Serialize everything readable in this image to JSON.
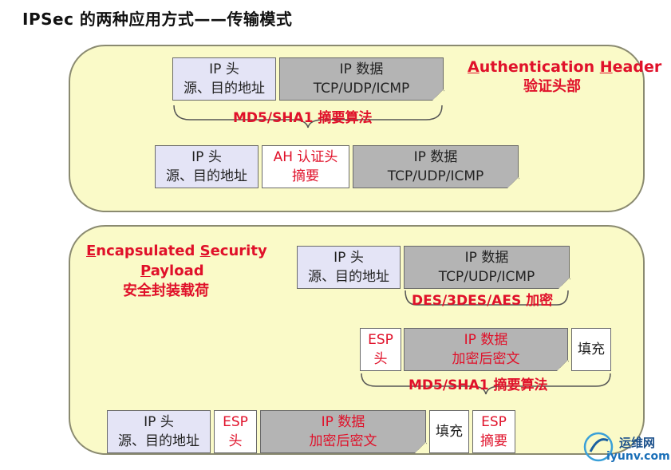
{
  "title": "IPSec 的两种应用方式——传输模式",
  "ah_panel": {
    "label_en_parts": [
      "A",
      "uthentication ",
      "H",
      "eader"
    ],
    "label_cn": "验证头部",
    "row1": {
      "ip_header": [
        "IP 头",
        "源、目的地址"
      ],
      "ip_data": [
        "IP 数据",
        "TCP/UDP/ICMP"
      ]
    },
    "brace_label": "MD5/SHA1 摘要算法",
    "row2": {
      "ip_header": [
        "IP 头",
        "源、目的地址"
      ],
      "ah": [
        "AH 认证头",
        "摘要"
      ],
      "ip_data": [
        "IP 数据",
        "TCP/UDP/ICMP"
      ]
    }
  },
  "esp_panel": {
    "label_en_line1": [
      "E",
      "ncapsulated ",
      "S",
      "ecurity"
    ],
    "label_en_line2": [
      "P",
      "ayload"
    ],
    "label_cn": "安全封装载荷",
    "row1": {
      "ip_header": [
        "IP 头",
        "源、目的地址"
      ],
      "ip_data": [
        "IP 数据",
        "TCP/UDP/ICMP"
      ]
    },
    "encrypt_label": "DES/3DES/AES 加密",
    "row2": {
      "esp_header": [
        "ESP",
        "头"
      ],
      "ip_data": [
        "IP 数据",
        "加密后密文"
      ],
      "padding": "填充"
    },
    "brace_label": "MD5/SHA1 摘要算法",
    "row3": {
      "ip_header": [
        "IP 头",
        "源、目的地址"
      ],
      "esp_header": [
        "ESP",
        "头"
      ],
      "ip_data": [
        "IP 数据",
        "加密后密文"
      ],
      "padding": "填充",
      "esp_digest": [
        "ESP",
        "摘要"
      ]
    }
  },
  "watermark": {
    "cn": "运维网",
    "url": "iyunv.com"
  }
}
